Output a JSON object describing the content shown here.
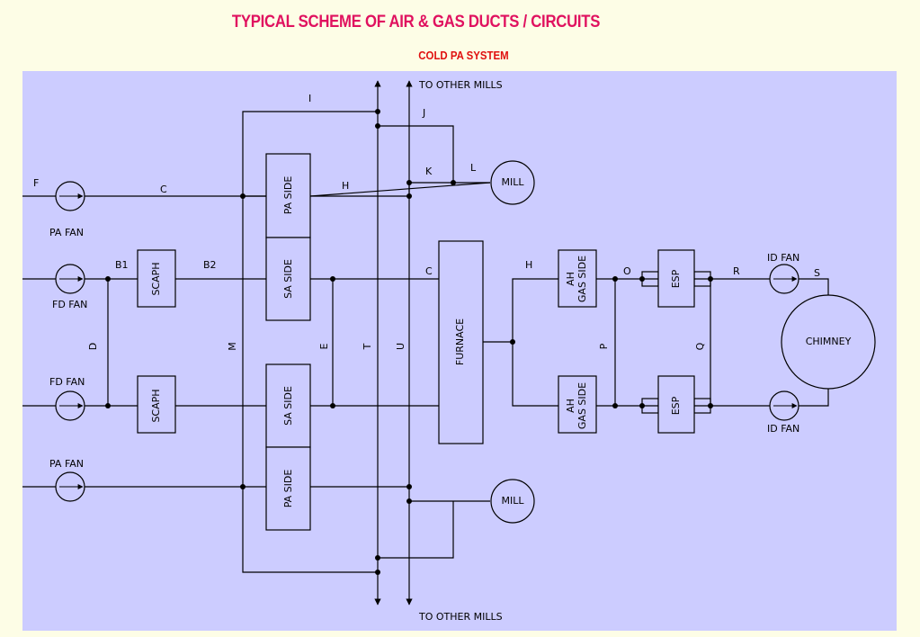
{
  "title": "TYPICAL SCHEME OF AIR & GAS DUCTS / CIRCUITS",
  "subtitle": "COLD PA SYSTEM",
  "colors": {
    "background": "#fdfde6",
    "diagram_bg": "#ccccff",
    "title": "#e0115f",
    "subtitle": "#e01010",
    "line": "#000000"
  },
  "labels": {
    "to_other_mills_top": "TO OTHER MILLS",
    "to_other_mills_bottom": "TO OTHER MILLS",
    "pa_fan_top": "PA FAN",
    "fd_fan_top": "FD FAN",
    "fd_fan_bottom": "FD FAN",
    "pa_fan_bottom": "PA FAN",
    "id_fan_top": "ID FAN",
    "id_fan_bottom": "ID FAN"
  },
  "blocks": {
    "scaph_top": "SCAPH",
    "scaph_bottom": "SCAPH",
    "pa_side_top": "PA SIDE",
    "sa_side_top": "SA SIDE",
    "sa_side_bottom": "SA SIDE",
    "pa_side_bottom": "PA SIDE",
    "furnace": "FURNACE",
    "ah_gas_side_top_1": "AH",
    "ah_gas_side_top_2": "GAS SIDE",
    "ah_gas_side_bottom_1": "AH",
    "ah_gas_side_bottom_2": "GAS SIDE",
    "esp_top": "ESP",
    "esp_bottom": "ESP",
    "mill_top": "MILL",
    "mill_bottom": "MILL",
    "chimney": "CHIMNEY"
  },
  "duct_letters": {
    "F": "F",
    "C1": "C",
    "H1": "H",
    "I": "I",
    "J": "J",
    "K": "K",
    "L": "L",
    "B1": "B1",
    "B2": "B2",
    "C2": "C",
    "H2": "H",
    "O": "O",
    "R": "R",
    "S": "S",
    "D": "D",
    "M": "M",
    "E": "E",
    "T": "T",
    "U": "U",
    "P": "P",
    "Q": "Q"
  }
}
